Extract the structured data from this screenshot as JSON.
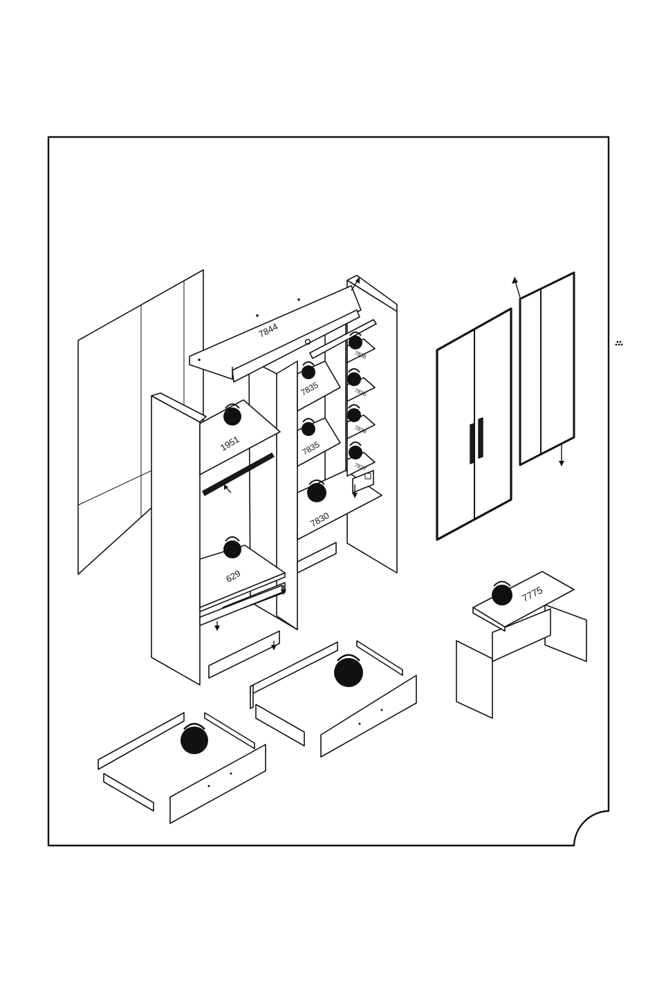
{
  "sheet": {
    "frame_color": "#111111",
    "background": "#ffffff",
    "icon_weight": "weight-icon",
    "icon_arrow": "arrow-icon",
    "icon_screw_pack": "screw-pack-icon"
  },
  "part_labels": {
    "top_panel": "7844",
    "shelf_upper_mid": "7835",
    "shelf_lower_mid": "7835",
    "shelf_small_1": "7836",
    "shelf_small_2": "7836",
    "shelf_small_3": "7838",
    "shelf_small_4": "7837",
    "left_shelf_top": "1951",
    "left_shelf_bottom": "629",
    "center_base_shelf": "7830",
    "dressing_table_top": "7775"
  }
}
